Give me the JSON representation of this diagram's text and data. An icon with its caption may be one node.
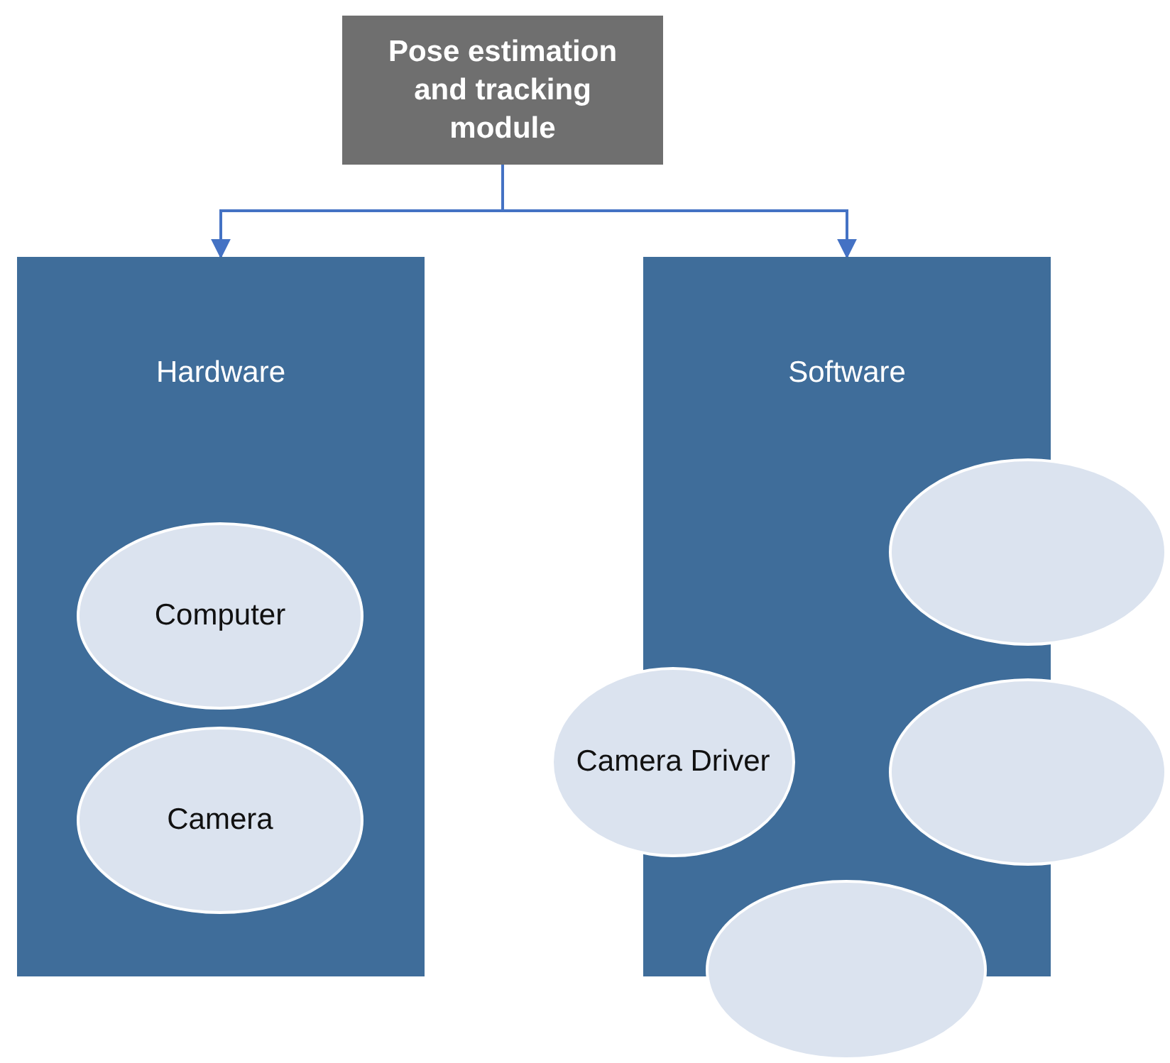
{
  "diagram": {
    "nodes": [
      {
        "text": [
          "Pose estimation and tracking module"
        ]
      },
      {
        "text": [
          "Hardware"
        ]
      },
      {
        "text": [
          "Computer"
        ],
        "in": 1
      },
      {
        "text": [
          "Camera"
        ],
        "in": 1
      },
      {
        "text": [
          "Software"
        ]
      },
      {
        "text": [],
        "shape": "ellipse"
      },
      {
        "text": [
          "Camera Driver"
        ]
      },
      {
        "text": [],
        "shape": "ellipse"
      },
      {
        "text": [],
        "shape": "ellipse"
      }
    ],
    "edges": [
      {
        "from": 0,
        "to": 1,
        "arrow": "to",
        "color": "#4472c4"
      },
      {
        "from": 0,
        "to": 4,
        "arrow": "to",
        "color": "#4472c4"
      }
    ]
  }
}
